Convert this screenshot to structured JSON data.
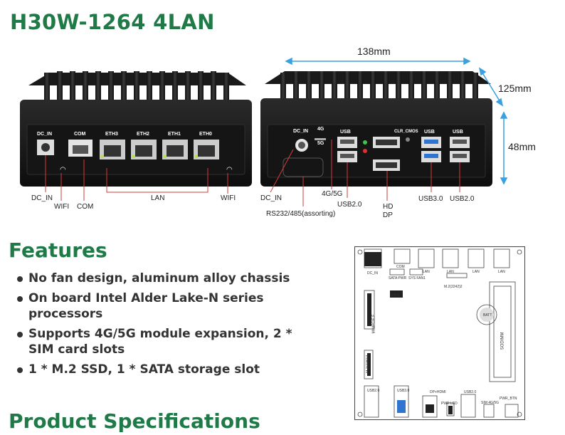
{
  "title": "H30W-1264 4LAN",
  "front_panel": {
    "ports": [
      "DC_IN",
      "COM",
      "ETH3",
      "ETH2",
      "ETH1",
      "ETH0"
    ],
    "callouts": {
      "dc_in": "DC_IN",
      "wifi_left": "WIFI",
      "com": "COM",
      "lan": "LAN",
      "wifi_right": "WIFI"
    }
  },
  "rear_panel": {
    "ports": {
      "dc_in": "DC_IN",
      "sim": "4G",
      "sim2": "5G",
      "usb_a": "USB",
      "clr": "CLR_CMOS",
      "usb_b": "USB",
      "usb_c": "USB"
    },
    "callouts": {
      "dc_in": "DC_IN",
      "rs232": "RS232/485(assorting)",
      "g45": "4G/5G",
      "usb20a": "USB2.0",
      "hd": "HD",
      "dp": "DP",
      "usb30": "USB3.0",
      "usb20b": "USB2.0"
    }
  },
  "dimensions": {
    "width": "138mm",
    "depth": "125mm",
    "height": "48mm"
  },
  "features": {
    "heading": "Features",
    "items": [
      "No fan design, aluminum alloy chassis",
      "On board Intel Alder Lake-N series processors",
      "Supports 4G/5G module expansion, 2 * SIM card slots",
      "1 * M.2 SSD, 1 * SATA storage slot"
    ]
  },
  "specs_heading": "Product Specifications",
  "board": {
    "labels": {
      "dc_in": "DC_IN",
      "com": "COM",
      "lan1": "LAN",
      "lan2": "LAN",
      "lan3": "LAN",
      "lan4": "LAN",
      "sata_pwr": "SATA PWR",
      "sys_fan": "SYS FAN1",
      "m2_2242": "M.2(2242)2",
      "sata": "SATA",
      "mini_pcie": "MINIPCIE F",
      "m2_2280": "M.2(2280)1",
      "batt": "BATT",
      "sodimm": "SODIMM",
      "usb20a": "USB2.0",
      "usb30": "USB3.0",
      "dp_hdmi": "DP+HDMI",
      "usb20b": "USB2.0",
      "pwr_led": "PWR LED",
      "sim": "SIM 4G/5G",
      "pwr_btn": "PWR_BTN"
    }
  }
}
